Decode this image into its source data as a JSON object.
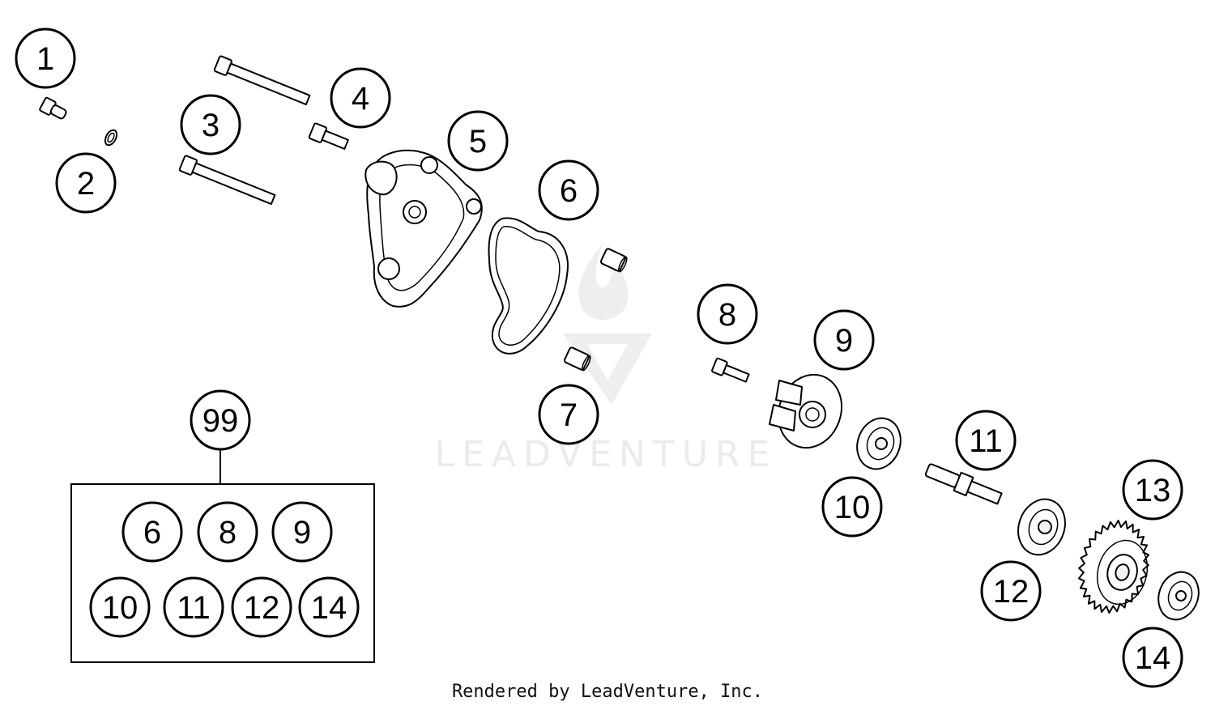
{
  "callouts": [
    "1",
    "2",
    "3",
    "4",
    "5",
    "6",
    "7",
    "8",
    "9",
    "10",
    "11",
    "12",
    "13",
    "14"
  ],
  "kit": {
    "label": "99",
    "items": [
      "6",
      "8",
      "9",
      "10",
      "11",
      "12",
      "14"
    ]
  },
  "watermark": "LEADVENTURE",
  "footer": "Rendered by LeadVenture, Inc."
}
